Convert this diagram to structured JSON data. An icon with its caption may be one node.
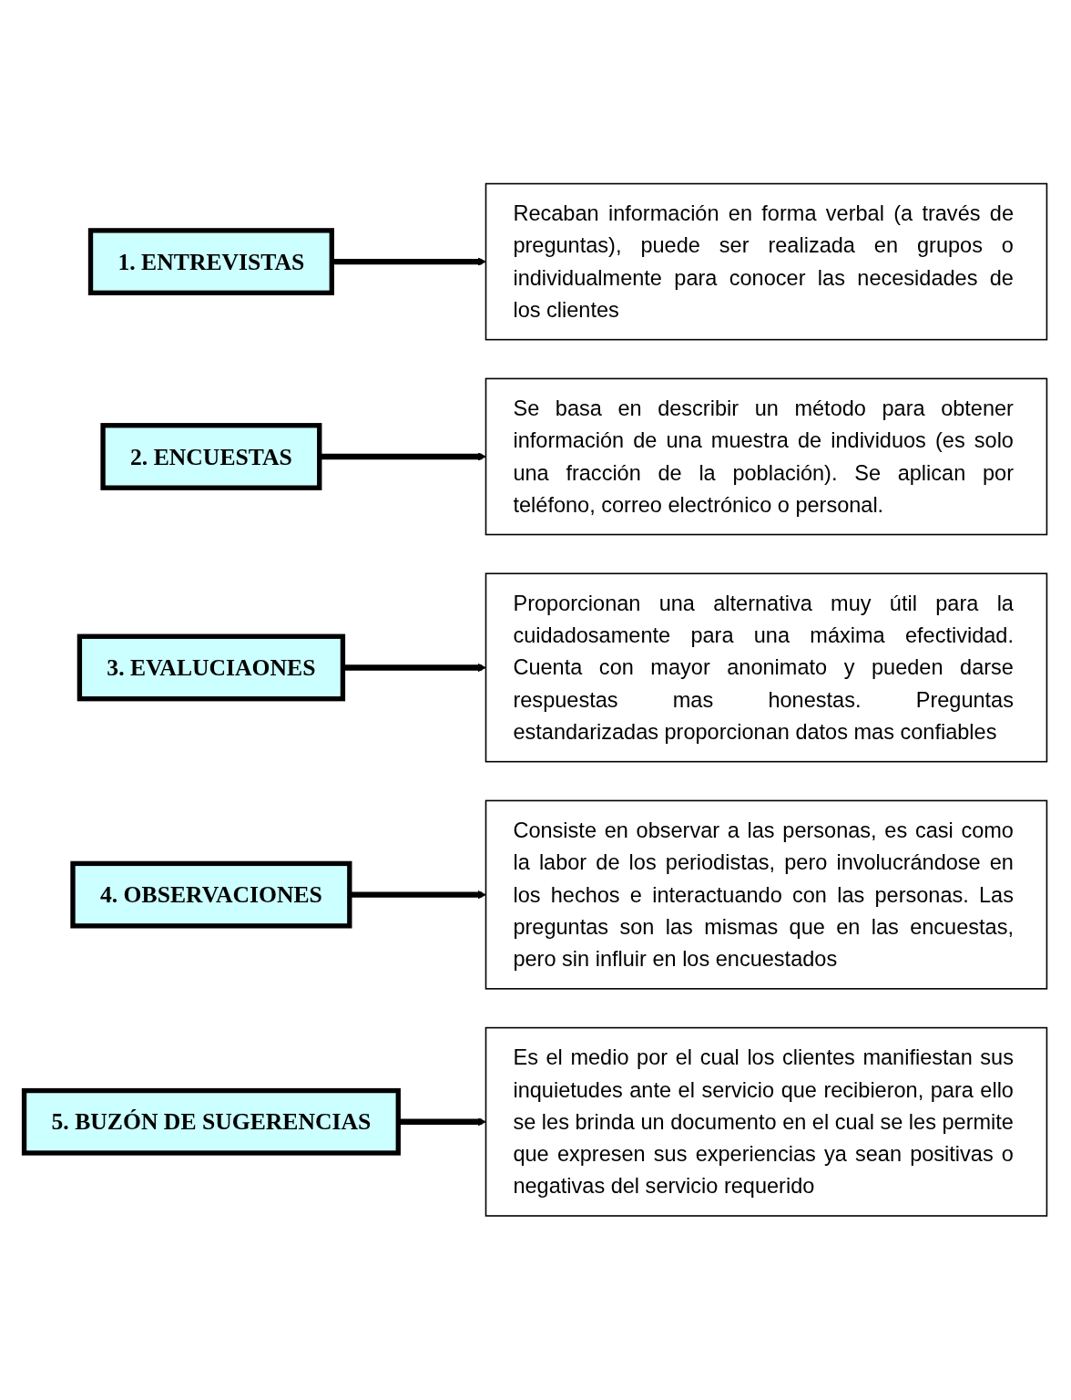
{
  "diagram": {
    "nodes": [
      {
        "text": [
          "1. ENTREVISTAS"
        ]
      },
      {
        "text": [
          "Recaban información en forma verbal (a través de preguntas), puede ser realizada en grupos o individualmente para conocer las necesidades de los clientes"
        ]
      },
      {
        "text": [
          "2. ENCUESTAS"
        ]
      },
      {
        "text": [
          "Se basa en describir un método para obtener información de una muestra de individuos (es solo una fracción de la población). Se aplican por teléfono, correo electrónico o personal."
        ]
      },
      {
        "text": [
          "3. EVALUCIAONES"
        ]
      },
      {
        "text": [
          "Proporcionan una alternativa muy útil para la cuidadosamente para una máxima efectividad. Cuenta con mayor anonimato y pueden darse respuestas mas honestas. Preguntas estandarizadas proporcionan datos mas confiables"
        ]
      },
      {
        "text": [
          "4. OBSERVACIONES"
        ]
      },
      {
        "text": [
          "Consiste en observar a las personas, es casi como la labor de los periodistas, pero involucrándose en los hechos e interactuando con las personas. Las preguntas son las mismas que en las encuestas, pero sin influir en los encuestados"
        ]
      },
      {
        "text": [
          "5. BUZÓN DE SUGERENCIAS"
        ]
      },
      {
        "text": [
          "Es el medio por el cual los clientes manifiestan sus inquietudes ante el servicio que recibieron, para ello se les brinda un documento en el cual se les permite que expresen sus experiencias ya sean positivas o negativas del servicio requerido"
        ]
      }
    ],
    "edges": [
      {
        "from": 0,
        "to": 1,
        "arrow": "to"
      },
      {
        "from": 2,
        "to": 3,
        "arrow": "to"
      },
      {
        "from": 4,
        "to": 5,
        "arrow": "to"
      },
      {
        "from": 6,
        "to": 7,
        "arrow": "to"
      },
      {
        "from": 8,
        "to": 9,
        "arrow": "to"
      }
    ]
  }
}
